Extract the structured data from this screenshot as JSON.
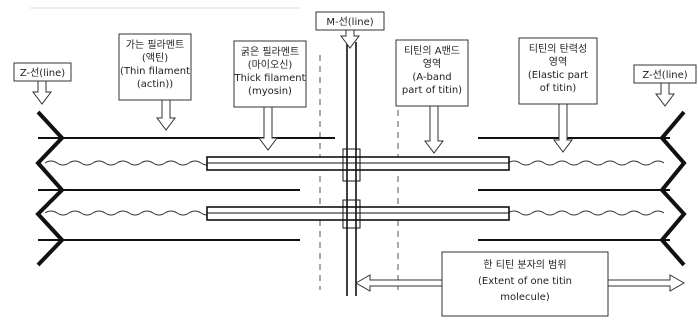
{
  "labels": {
    "z_line_left": "Z-선(line)",
    "z_line_right": "Z-선(line)",
    "m_line": "M-선(line)",
    "thin_filament": [
      "가는 필라멘트",
      "(액틴)",
      "(Thin filament",
      "(actin))"
    ],
    "thick_filament": [
      "굵은 필라멘트",
      "(마이오신)",
      "Thick filament",
      "(myosin)"
    ],
    "a_band_titin": [
      "티틴의 A밴드",
      "영역",
      "(A-band",
      "part of titin)"
    ],
    "elastic_titin": [
      "티틴의 탄력성",
      "영역",
      "(Elastic part",
      "of titin)"
    ],
    "titin_extent": [
      "한 티틴 분자의 범위",
      "(Extent of one titin",
      "molecule)"
    ]
  },
  "colors": {
    "ink": "#111111",
    "paper": "#ffffff"
  }
}
